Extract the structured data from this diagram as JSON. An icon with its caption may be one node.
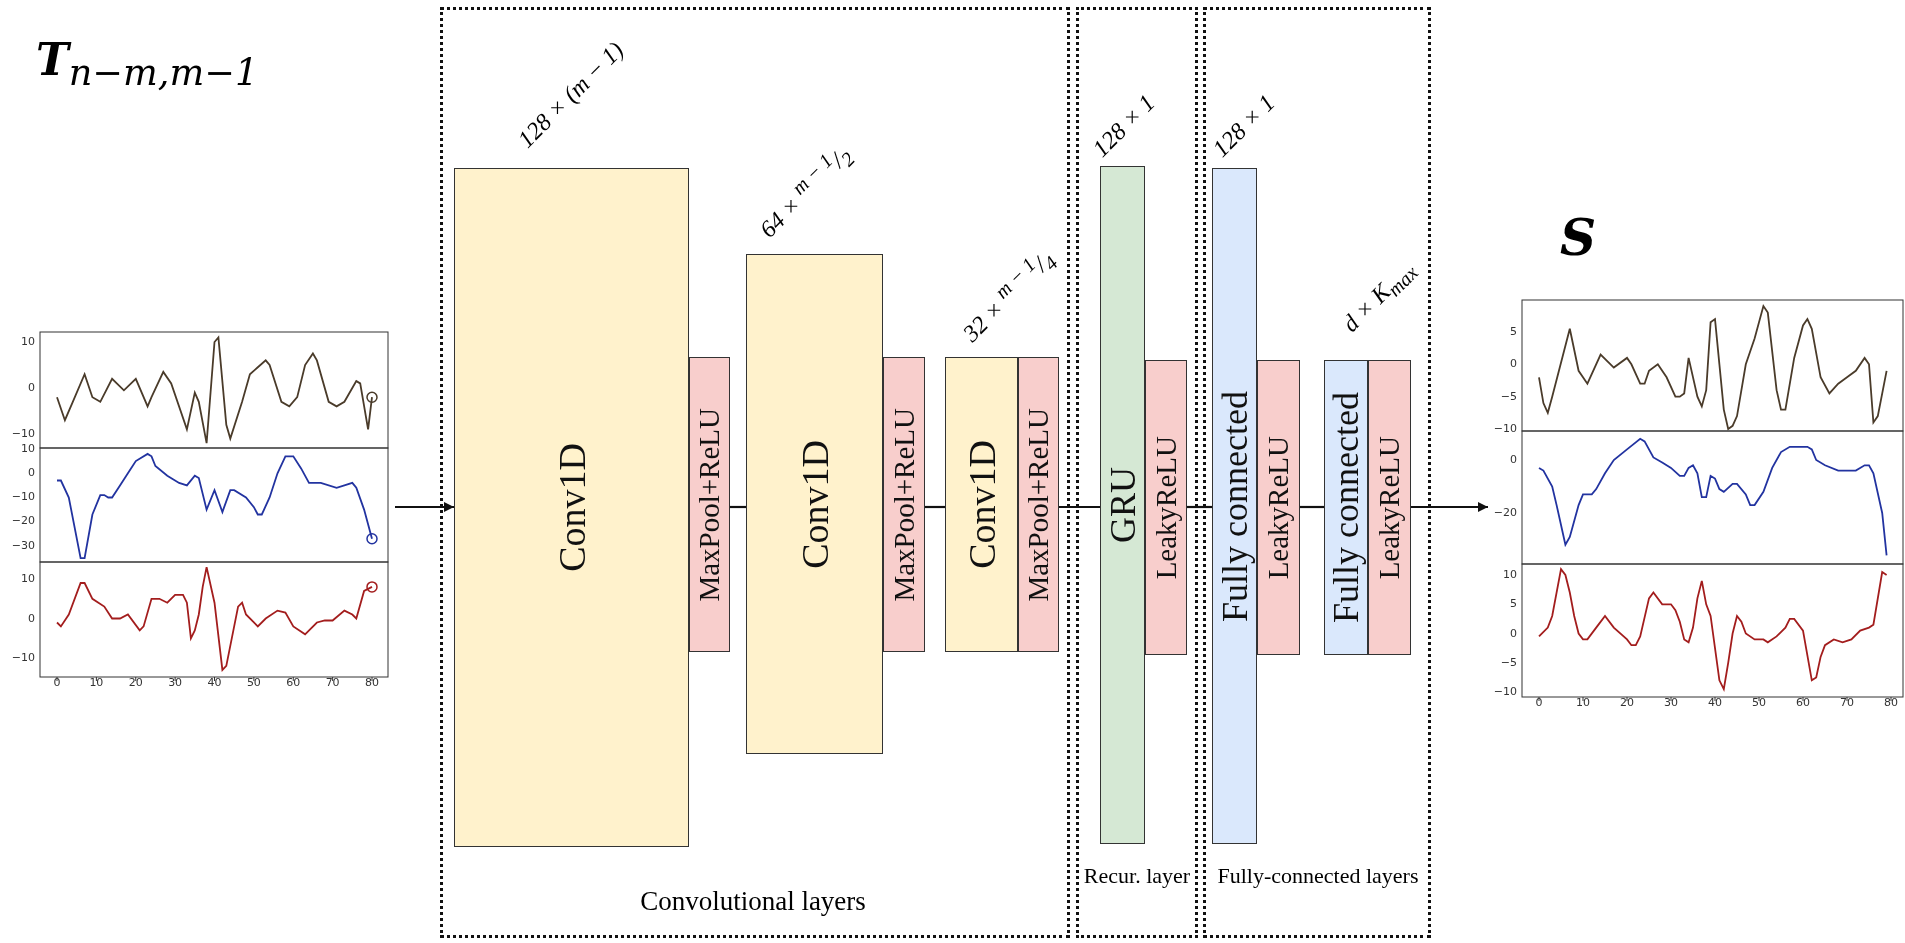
{
  "diagram": {
    "nodes": [
      {
        "text": [
          "**T**$_{n−m,m−1}$"
        ]
      },
      {
        "text": [
          "Convolutional layers"
        ]
      },
      {
        "text": [
          "Conv1D"
        ],
        "in": 1,
        "beside": [
          "128 × (m − 1)"
        ]
      },
      {
        "text": [
          "MaxPool+ReLU"
        ],
        "in": 1
      },
      {
        "text": [
          "Conv1D"
        ],
        "in": 1,
        "beside": [
          "64 × $^{m − 1}$/$_{2}$"
        ]
      },
      {
        "text": [
          "MaxPool+ReLU"
        ],
        "in": 1
      },
      {
        "text": [
          "Conv1D"
        ],
        "in": 1,
        "beside": [
          "32 × $^{m − 1}$/$_{4}$"
        ]
      },
      {
        "text": [
          "MaxPool+ReLU"
        ],
        "in": 1
      },
      {
        "text": [
          "Recur. layer"
        ]
      },
      {
        "text": [
          "GRU"
        ],
        "in": 8,
        "beside": [
          "128 × 1"
        ]
      },
      {
        "text": [
          "LeakyReLU"
        ],
        "in": 8
      },
      {
        "text": [
          "Fully-connected layers"
        ]
      },
      {
        "text": [
          "Fully connected"
        ],
        "in": 11,
        "beside": [
          "128 × 1"
        ]
      },
      {
        "text": [
          "LeakyReLU"
        ],
        "in": 11
      },
      {
        "text": [
          "Fully connected"
        ],
        "in": 11,
        "beside": [
          "d × K$_{max}$"
        ]
      },
      {
        "text": [
          "LeakyReLU"
        ],
        "in": 11
      },
      {
        "text": [
          "**S**"
        ]
      }
    ],
    "edges": [
      {
        "from": 0,
        "to": 2,
        "arrow": "to"
      },
      {
        "from": 3,
        "to": 4,
        "arrow": "none"
      },
      {
        "from": 5,
        "to": 6,
        "arrow": "none"
      },
      {
        "from": 7,
        "to": 9,
        "arrow": "none"
      },
      {
        "from": 10,
        "to": 12,
        "arrow": "none"
      },
      {
        "from": 13,
        "to": 14,
        "arrow": "none"
      },
      {
        "from": 15,
        "to": 16,
        "arrow": "to"
      }
    ],
    "labels": [
      "10",
      "0",
      "−10",
      "10",
      "0",
      "−10",
      "−20",
      "−30",
      "10",
      "0",
      "−10",
      "0",
      "10",
      "20",
      "30",
      "40",
      "50",
      "60",
      "70",
      "80",
      "5",
      "0",
      "−5",
      "−10",
      "0",
      "−20",
      "10",
      "5",
      "0",
      "−5",
      "−10",
      "0",
      "10",
      "20",
      "30",
      "40",
      "50",
      "60",
      "70",
      "80"
    ]
  }
}
